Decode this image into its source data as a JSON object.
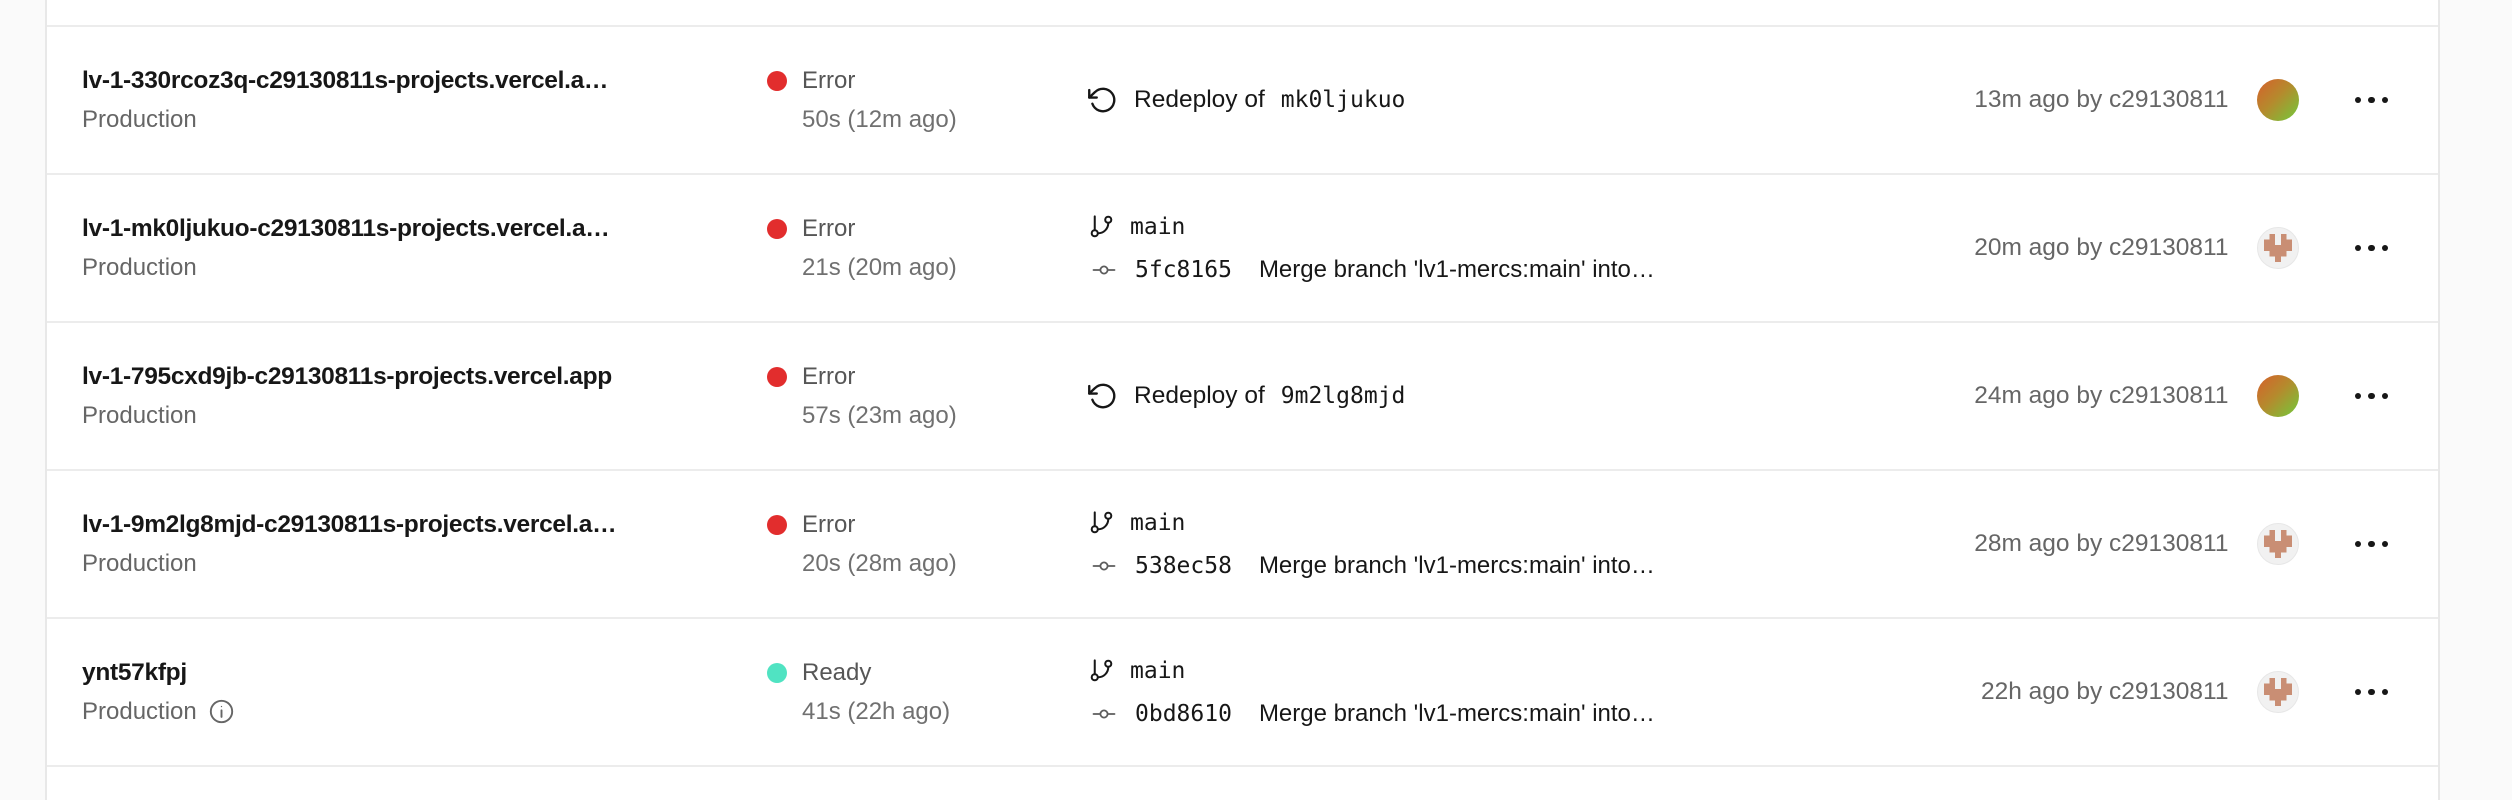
{
  "app": "vercel-deployments-list",
  "colors": {
    "page_bg": "#fafafa",
    "table_bg": "#ffffff",
    "divider": "#ececec",
    "error_dot": "#e22d2d",
    "ready_dot": "#50e3c2",
    "title_text": "#171717",
    "secondary_text": "#666666",
    "identicon_tan": "#c98e74"
  },
  "icons": {
    "redeploy": "rotate-ccw-icon",
    "branch": "git-branch-icon",
    "commit": "git-commit-icon",
    "env_info": "info-icon",
    "menu": "ellipsis-icon",
    "avatars": [
      "gradient-orange-green",
      "tan-pixel-identicon"
    ]
  },
  "rows": [
    {
      "name": "lv-1-330rcoz3q-c29130811s-projects.vercel.a…",
      "environment": "Production",
      "status": "Error",
      "status_color": "#e22d2d",
      "duration": "50s (12m ago)",
      "source": {
        "type": "redeploy",
        "prefix": "Redeploy of",
        "target": "mk0ljukuo"
      },
      "timestamp": "13m ago by c29130811",
      "avatar": "gradient-orange-green"
    },
    {
      "name": "lv-1-mk0ljukuo-c29130811s-projects.vercel.a…",
      "environment": "Production",
      "status": "Error",
      "status_color": "#e22d2d",
      "duration": "21s (20m ago)",
      "source": {
        "type": "git",
        "branch": "main",
        "sha": "5fc8165",
        "message": "Merge branch 'lv1-mercs:main' into…"
      },
      "timestamp": "20m ago by c29130811",
      "avatar": "tan-pixel-identicon"
    },
    {
      "name": "lv-1-795cxd9jb-c29130811s-projects.vercel.app",
      "environment": "Production",
      "status": "Error",
      "status_color": "#e22d2d",
      "duration": "57s (23m ago)",
      "source": {
        "type": "redeploy",
        "prefix": "Redeploy of",
        "target": "9m2lg8mjd"
      },
      "timestamp": "24m ago by c29130811",
      "avatar": "gradient-orange-green"
    },
    {
      "name": "lv-1-9m2lg8mjd-c29130811s-projects.vercel.a…",
      "environment": "Production",
      "status": "Error",
      "status_color": "#e22d2d",
      "duration": "20s (28m ago)",
      "source": {
        "type": "git",
        "branch": "main",
        "sha": "538ec58",
        "message": "Merge branch 'lv1-mercs:main' into…"
      },
      "timestamp": "28m ago by c29130811",
      "avatar": "tan-pixel-identicon"
    },
    {
      "name": "ynt57kfpj",
      "environment": "Production",
      "status": "Ready",
      "status_color": "#50e3c2",
      "duration": "41s (22h ago)",
      "source": {
        "type": "git",
        "branch": "main",
        "sha": "0bd8610",
        "message": "Merge branch 'lv1-mercs:main' into…"
      },
      "timestamp": "22h ago by c29130811",
      "avatar": "tan-pixel-identicon"
    }
  ]
}
